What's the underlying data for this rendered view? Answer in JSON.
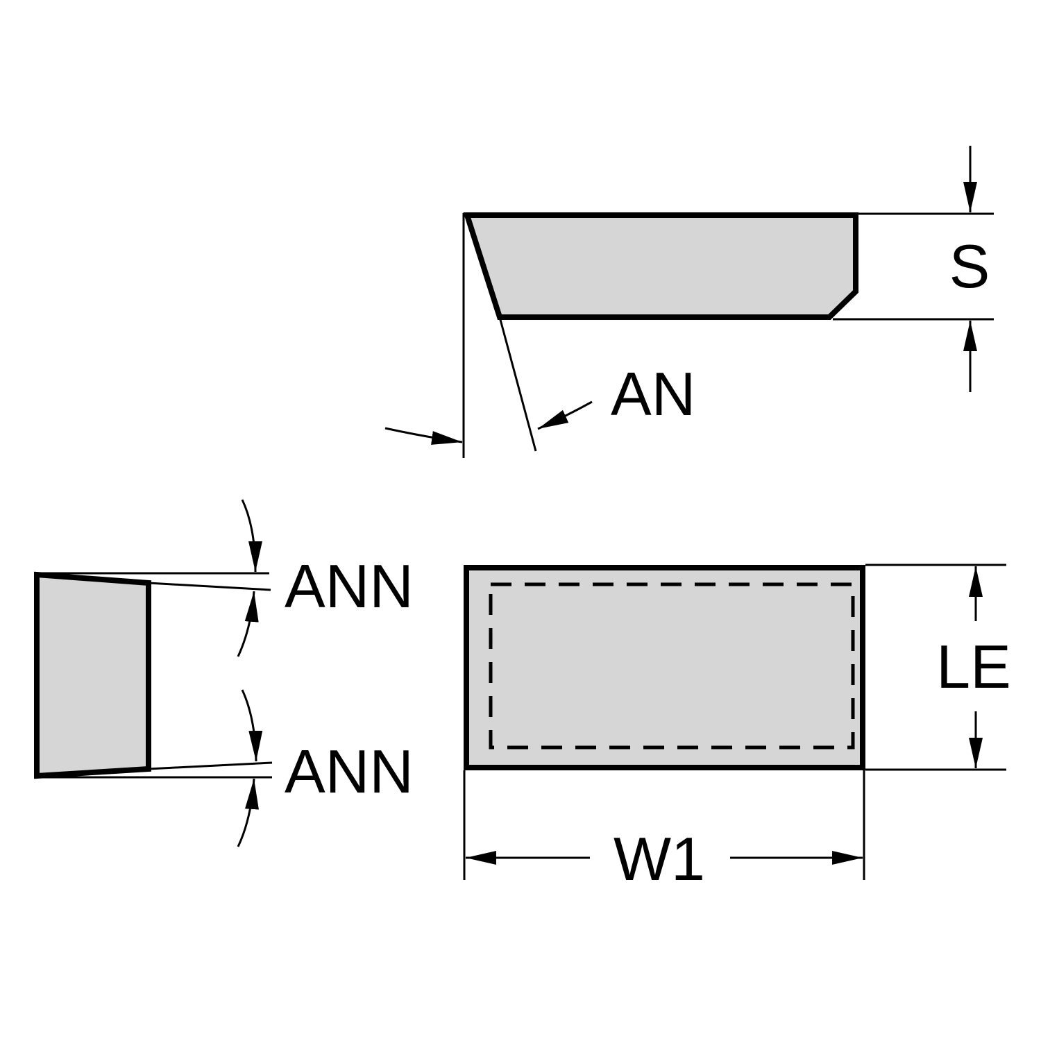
{
  "labels": {
    "s": "S",
    "an": "AN",
    "ann_top": "ANN",
    "ann_bottom": "ANN",
    "le": "LE",
    "w1": "W1"
  },
  "colors": {
    "fill": "#d6d6d6",
    "stroke": "#000000",
    "background": "#ffffff"
  }
}
